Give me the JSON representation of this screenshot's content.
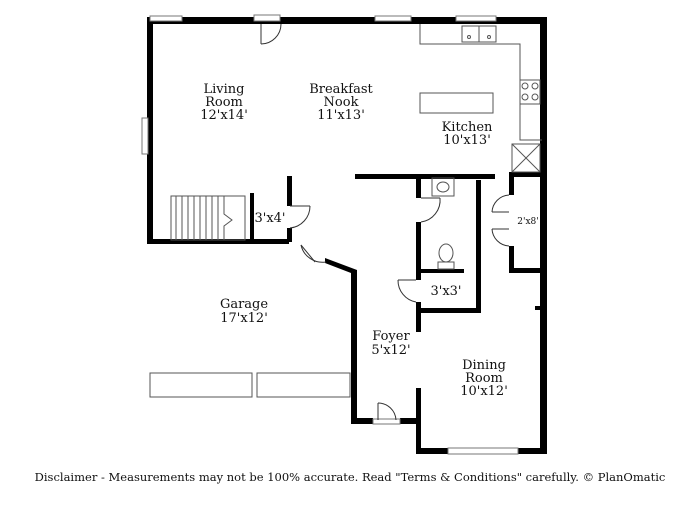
{
  "rooms": {
    "living": {
      "name_1": "Living",
      "name_2": "Room",
      "size": "12'x14'"
    },
    "breakfast": {
      "name_1": "Breakfast",
      "name_2": "Nook",
      "size": "11'x13'"
    },
    "kitchen": {
      "name": "Kitchen",
      "size": "10'x13'"
    },
    "closet_stair": {
      "size": "3'x4'"
    },
    "pantry": {
      "size": "2'x8'"
    },
    "bath": {
      "size": "3'x3'"
    },
    "garage": {
      "name": "Garage",
      "size": "17'x12'"
    },
    "foyer": {
      "name": "Foyer",
      "size": "5'x12'"
    },
    "dining": {
      "name_1": "Dining",
      "name_2": "Room",
      "size": "10'x12'"
    }
  },
  "disclaimer": "Disclaimer - Measurements may not be 100% accurate. Read \"Terms & Conditions\" carefully. © PlanOmatic"
}
